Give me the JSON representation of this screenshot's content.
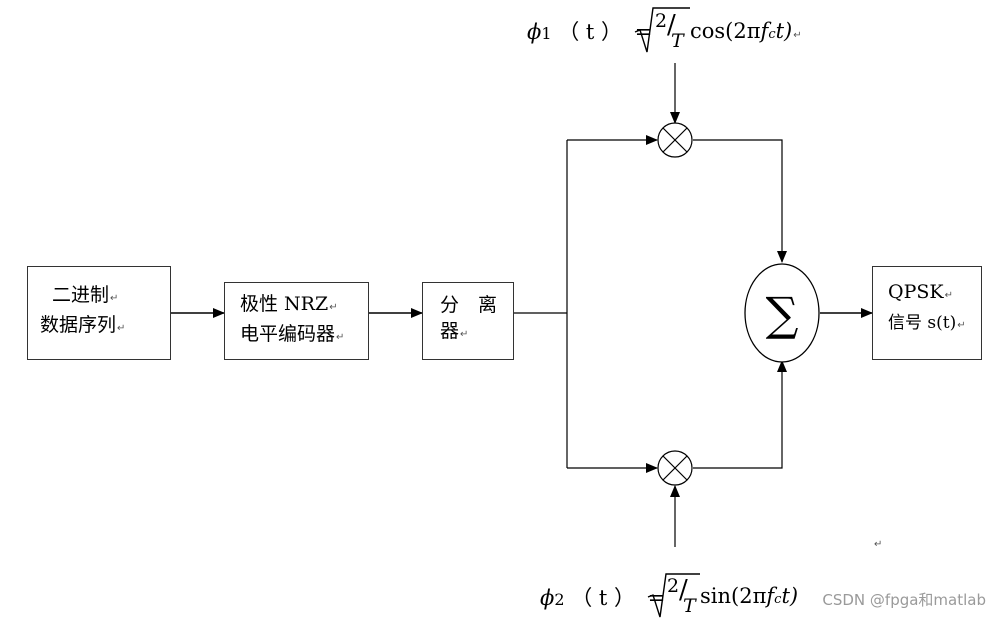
{
  "blocks": {
    "binary_source": {
      "line1": "二进制",
      "line2": "数据序列"
    },
    "nrz_encoder": {
      "line1": "极性 NRZ",
      "line2": "电平编码器"
    },
    "splitter": {
      "line1": "分　离",
      "line2": "器"
    },
    "output": {
      "line1": "QPSK",
      "line2": "信号 s(t)"
    }
  },
  "summer_symbol": "∑",
  "multiplier_symbol": "⊗",
  "formula_top": {
    "lhs": "ϕ",
    "index": "1",
    "arg": "（ t ）",
    "eq": "=",
    "sqrt_num": "2",
    "sqrt_den": "T",
    "func": "cos(2π",
    "fc": "f",
    "fc_sub": "c",
    "tail": "t)"
  },
  "formula_bottom": {
    "lhs": "ϕ",
    "index": "2",
    "arg": "（ t ）",
    "eq": "=",
    "sqrt_num": "2",
    "sqrt_den": "T",
    "func": "sin(2π",
    "fc": "f",
    "fc_sub": "c",
    "tail": "t)"
  },
  "return_mark": "↵",
  "watermark": "CSDN @fpga和matlab"
}
